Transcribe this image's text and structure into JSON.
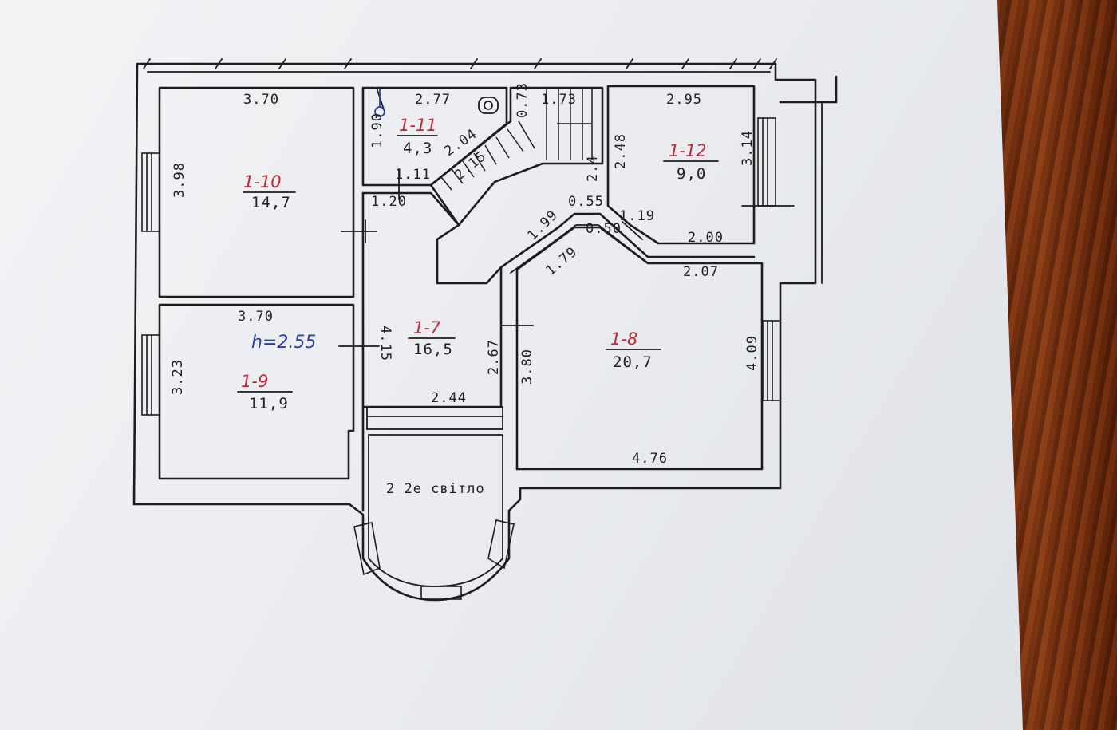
{
  "rooms": [
    {
      "id": "1-10",
      "area": "14,7"
    },
    {
      "id": "1-11",
      "area": "4,3"
    },
    {
      "id": "1-12",
      "area": "9,0"
    },
    {
      "id": "1-7",
      "area": "16,5"
    },
    {
      "id": "1-8",
      "area": "20,7"
    },
    {
      "id": "1-9",
      "area": "11,9"
    }
  ],
  "ceiling_height": "h=2.55",
  "second_light": "2 2е світло",
  "dimensions": {
    "r10_width": "3.70",
    "r10_height": "3.98",
    "r11_width": "2.77",
    "r11_height": "1.90",
    "r11_diag": "2.04",
    "r11_small": "1.11",
    "hall_top": "1.20",
    "stair_width": "2.15",
    "stair_top": "0.73",
    "stair_len": "1.73",
    "r12_width": "2.95",
    "r12_left": "2.48",
    "r12_right": "3.14",
    "r12_small": "2.4",
    "r12_bottom": "2.00",
    "r12_diag": "1.19",
    "c_055": "0.55",
    "c_050": "0.50",
    "c_199": "1.99",
    "c_179": "1.79",
    "r8_top": "2.07",
    "r8_left": "3.80",
    "r8_right": "4.09",
    "r8_bottom": "4.76",
    "r9_width": "3.70",
    "r9_height": "3.23",
    "hall_len": "4.15",
    "hall_267": "2.67",
    "hall_244": "2.44"
  }
}
